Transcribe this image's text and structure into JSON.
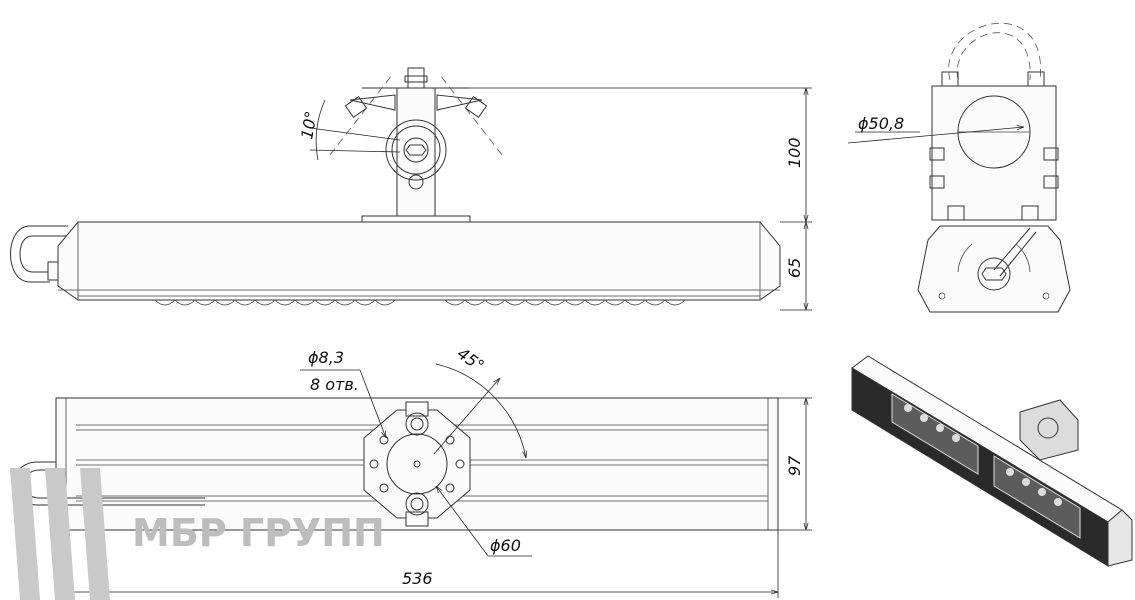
{
  "dimensions": {
    "height_bracket": "100",
    "height_body": "65",
    "diameter_pipe": "ϕ50,8",
    "diameter_hole": "ϕ8,3",
    "hole_count": "8 отв.",
    "angle_tilt": "10°",
    "angle_step": "45°",
    "diameter_mount": "ϕ60",
    "width": "97",
    "length": "536"
  },
  "logo": {
    "text": "МБР ГРУПП"
  },
  "colors": {
    "line": "#333333",
    "logo_gray": "#bdbdbd"
  }
}
